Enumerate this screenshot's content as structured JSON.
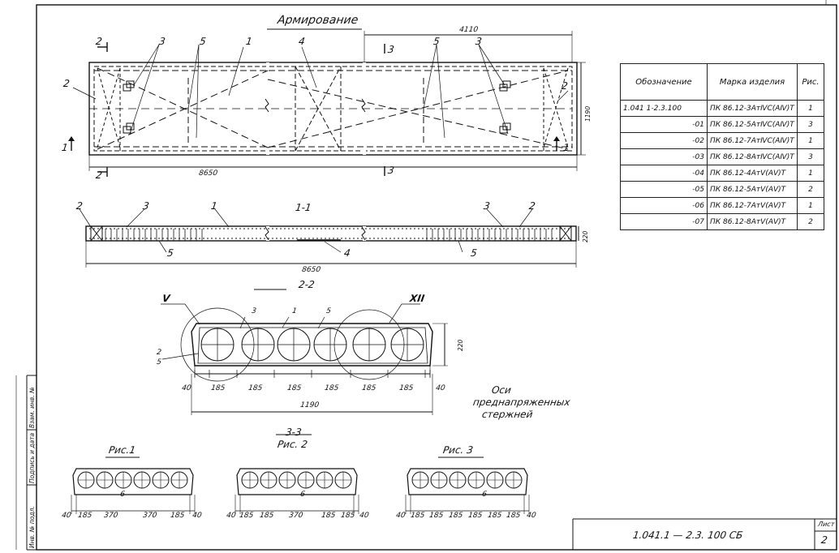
{
  "title": "Армирование",
  "dims": {
    "span_top": "4110",
    "height_plan": "1190",
    "length": "8650",
    "length_section": "8650",
    "thickness": "220",
    "thickness_22": "220",
    "width_22": "1190",
    "pitch": "185",
    "edge": "40",
    "mid": "370"
  },
  "markers": {
    "n1": "1",
    "n2": "2",
    "n3": "3",
    "n4": "4",
    "n5": "5",
    "n6": "6",
    "roman5": "V",
    "roman12": "XII"
  },
  "sections": {
    "s11": "1-1",
    "s22": "2-2",
    "s33": "3-3",
    "ris1": "Рис.1",
    "ris2": "Рис. 2",
    "ris3": "Рис. 3"
  },
  "axes_note": [
    "Оси",
    "преднапряженных",
    "стержней"
  ],
  "spec_table": {
    "headers": [
      "Обозначение",
      "Марка изделия",
      "Рис."
    ],
    "rows": [
      [
        "1.041 1-2.3.100",
        "ПК 86.12-3АтⅣС(АⅣ)Т",
        "1"
      ],
      [
        "-01",
        "ПК 86.12-5АтⅣС(АⅣ)Т",
        "3"
      ],
      [
        "-02",
        "ПК 86.12-7АтⅣС(АⅣ)Т",
        "1"
      ],
      [
        "-03",
        "ПК 86.12-8АтⅣС(АⅣ)Т",
        "3"
      ],
      [
        "-04",
        "ПК 86.12-4АтⅤ(АⅤ)Т",
        "1"
      ],
      [
        "-05",
        "ПК 86.12-5АтⅤ(АⅤ)Т",
        "2"
      ],
      [
        "-06",
        "ПК 86.12-7АтⅤ(АⅤ)Т",
        "1"
      ],
      [
        "-07",
        "ПК 86.12-8АтⅤ(АⅤ)Т",
        "2"
      ]
    ]
  },
  "stamp": {
    "code": "1.041.1 — 2.3. 100 СБ",
    "sheet_label": "Лист",
    "sheet_no": "2"
  },
  "side_labels": [
    "Инв. № подл.",
    "Подпись и дата",
    "Взам. инв. №"
  ]
}
